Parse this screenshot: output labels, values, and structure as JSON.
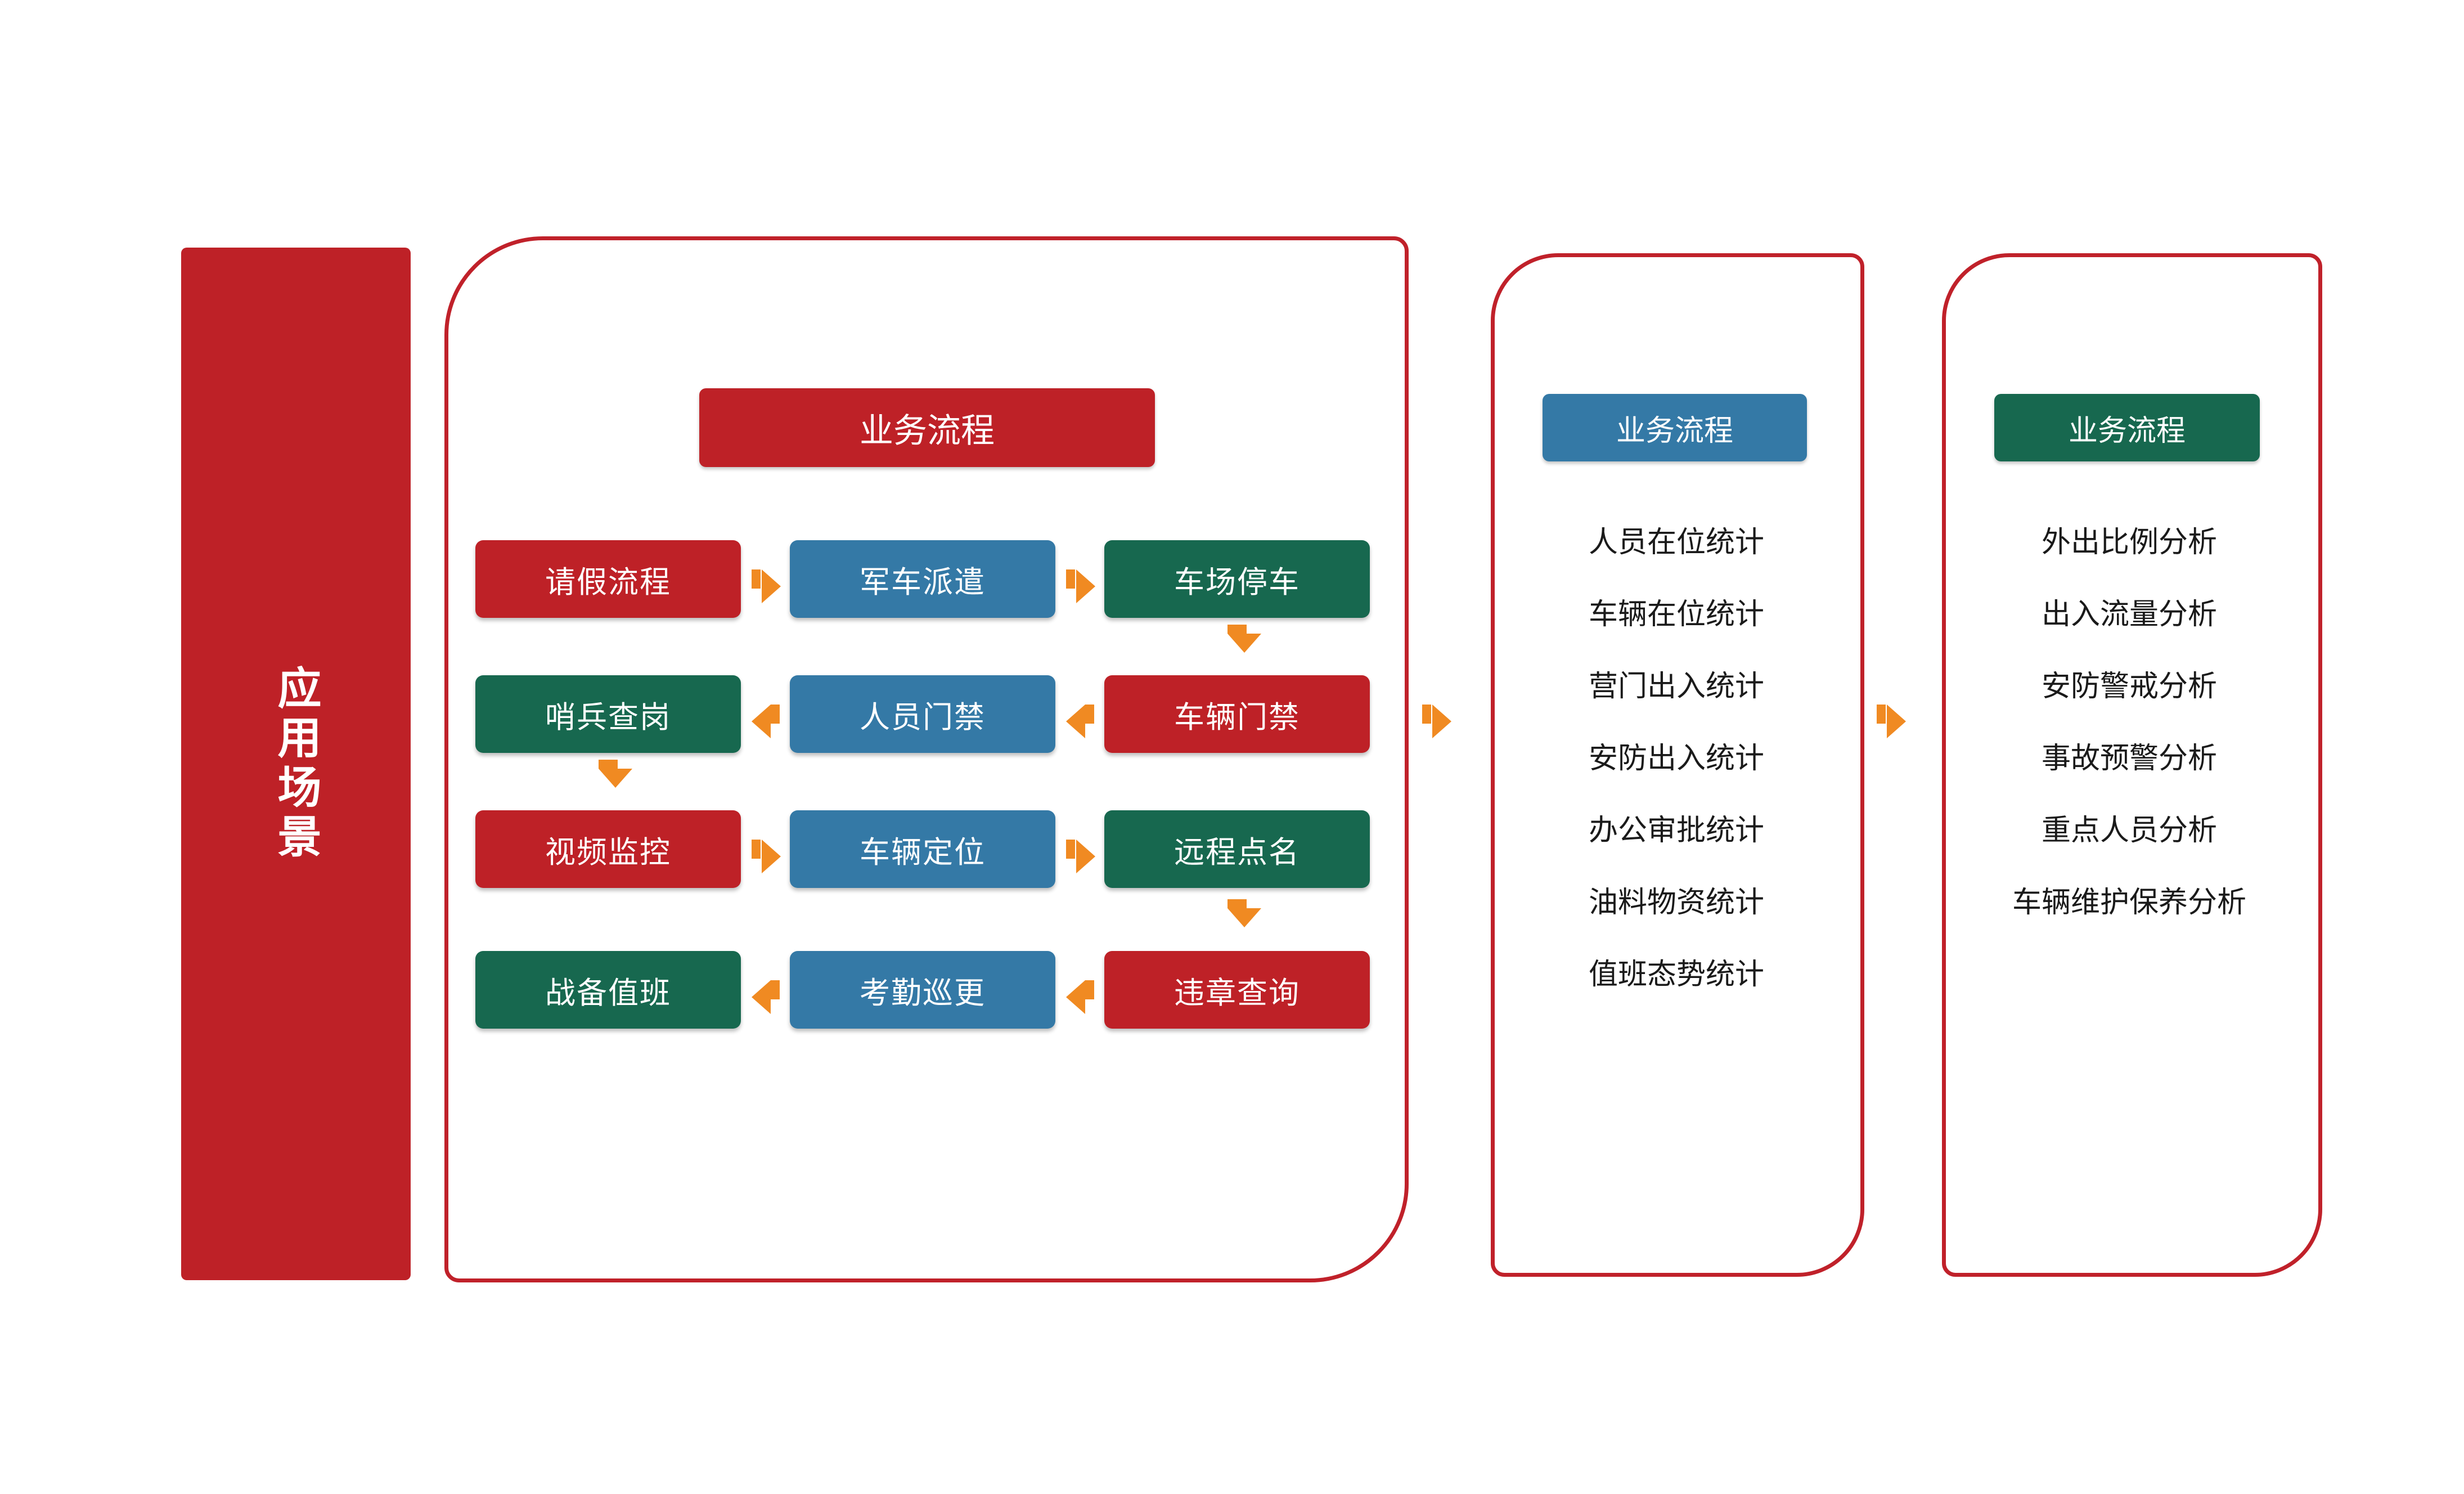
{
  "scenario_banner": {
    "label": "应用场景",
    "color": "#BE2127"
  },
  "colors": {
    "red": "#BE2127",
    "blue": "#3479A6",
    "green": "#17684F",
    "arrow_orange": "#F08A22",
    "panel_outline": "#C0212A"
  },
  "flow_panel": {
    "header": "业务流程",
    "rows": [
      {
        "cells": [
          {
            "label": "请假流程",
            "color": "red"
          },
          {
            "label": "军车派遣",
            "color": "blue"
          },
          {
            "label": "车场停车",
            "color": "green"
          }
        ],
        "direction": "right"
      },
      {
        "cells": [
          {
            "label": "哨兵查岗",
            "color": "green"
          },
          {
            "label": "人员门禁",
            "color": "blue"
          },
          {
            "label": "车辆门禁",
            "color": "red"
          }
        ],
        "direction": "left"
      },
      {
        "cells": [
          {
            "label": "视频监控",
            "color": "red"
          },
          {
            "label": "车辆定位",
            "color": "blue"
          },
          {
            "label": "远程点名",
            "color": "green"
          }
        ],
        "direction": "right"
      },
      {
        "cells": [
          {
            "label": "战备值班",
            "color": "green"
          },
          {
            "label": "考勤巡更",
            "color": "blue"
          },
          {
            "label": "违章查询",
            "color": "red"
          }
        ],
        "direction": "left"
      }
    ]
  },
  "stats_panel": {
    "header": "业务流程",
    "items": [
      "人员在位统计",
      "车辆在位统计",
      "营门出入统计",
      "安防出入统计",
      "办公审批统计",
      "油料物资统计",
      "值班态势统计"
    ]
  },
  "analysis_panel": {
    "header": "业务流程",
    "items": [
      "外出比例分析",
      "出入流量分析",
      "安防警戒分析",
      "事故预警分析",
      "重点人员分析",
      "车辆维护保养分析"
    ]
  },
  "connectors": {
    "panel1_to_panel2": "arrow-right-icon",
    "panel2_to_panel3": "arrow-right-icon"
  }
}
